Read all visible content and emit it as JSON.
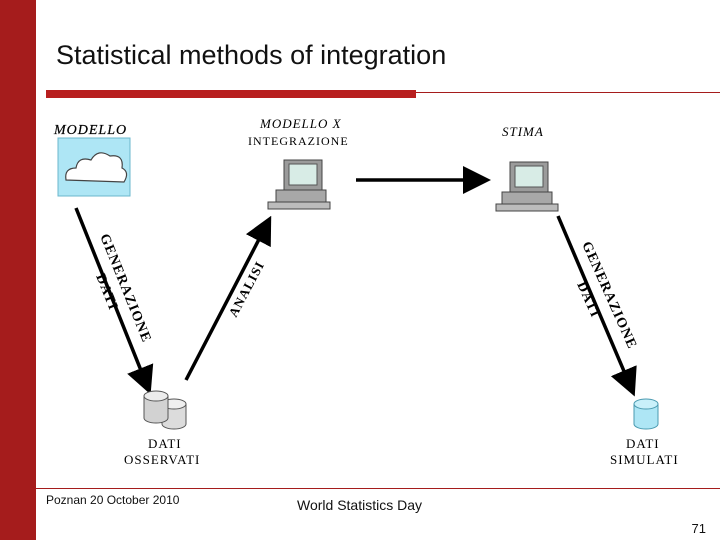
{
  "slide": {
    "title": "Statistical methods of integration",
    "footer_left": "Poznan 20 October 2010",
    "footer_center": "World Statistics Day",
    "page_number": "71",
    "accent_color": "#a51c1c"
  },
  "diagram": {
    "nodes": {
      "modello": "MODELLO",
      "modello_integrazione_line1": "MODELLO X",
      "modello_integrazione_line2": "INTEGRAZIONE",
      "stima": "STIMA",
      "dati_osservati_line1": "DATI",
      "dati_osservati_line2": "OSSERVATI",
      "dati_simulati_line1": "DATI",
      "dati_simulati_line2": "SIMULATI"
    },
    "edges": {
      "left_line1": "GENERAZIONE",
      "left_line2": "DATI",
      "middle": "ANALISI",
      "right_line1": "GENERAZIONE",
      "right_line2": "DATI"
    }
  }
}
